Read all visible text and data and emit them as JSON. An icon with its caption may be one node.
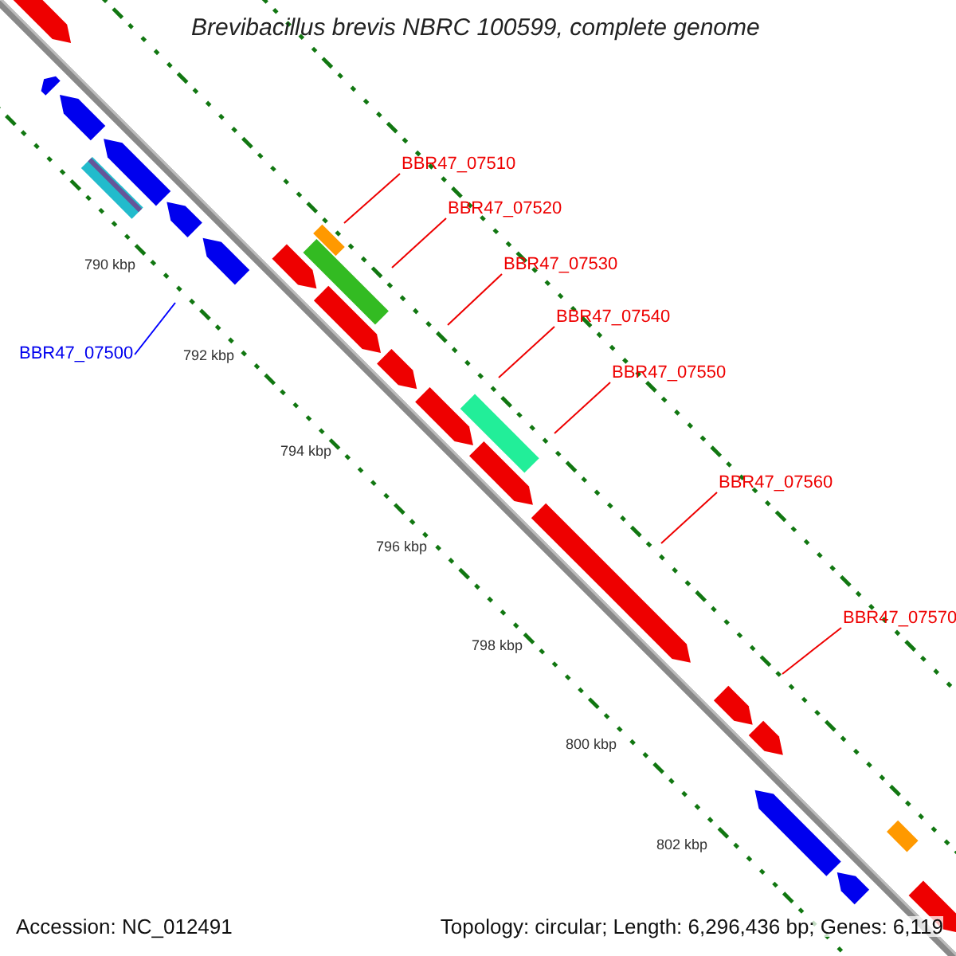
{
  "diagram": {
    "title": "Brevibacillus brevis NBRC 100599, complete genome",
    "nodes": [
      {
        "text": [
          "BBR47_07500"
        ]
      },
      {
        "text": [
          "BBR47_07510"
        ]
      },
      {
        "text": [
          "BBR47_07520"
        ]
      },
      {
        "text": [
          "BBR47_07530"
        ]
      },
      {
        "text": [
          "BBR47_07540"
        ]
      },
      {
        "text": [
          "BBR47_07550"
        ]
      },
      {
        "text": [
          "BBR47_07560"
        ]
      },
      {
        "text": [
          "BBR47_07570"
        ]
      }
    ],
    "edges": [
      {
        "from": 0,
        "to": null,
        "arrow": "none",
        "color": "#0000ff"
      },
      {
        "from": 1,
        "to": null,
        "arrow": "none"
      },
      {
        "from": 2,
        "to": null,
        "arrow": "none"
      },
      {
        "from": 3,
        "to": null,
        "arrow": "none"
      },
      {
        "from": 4,
        "to": null,
        "arrow": "none"
      },
      {
        "from": 5,
        "to": null,
        "arrow": "none"
      },
      {
        "from": 6,
        "to": null,
        "arrow": "none"
      },
      {
        "from": 7,
        "to": null,
        "arrow": "none"
      }
    ],
    "labels": [
      "790 kbp",
      "792 kbp",
      "794 kbp",
      "796 kbp",
      "798 kbp",
      "800 kbp",
      "802 kbp",
      "Accession: NC_012491",
      "Topology: circular; Length: 6,296,436 bp; Genes: 6,119"
    ]
  }
}
